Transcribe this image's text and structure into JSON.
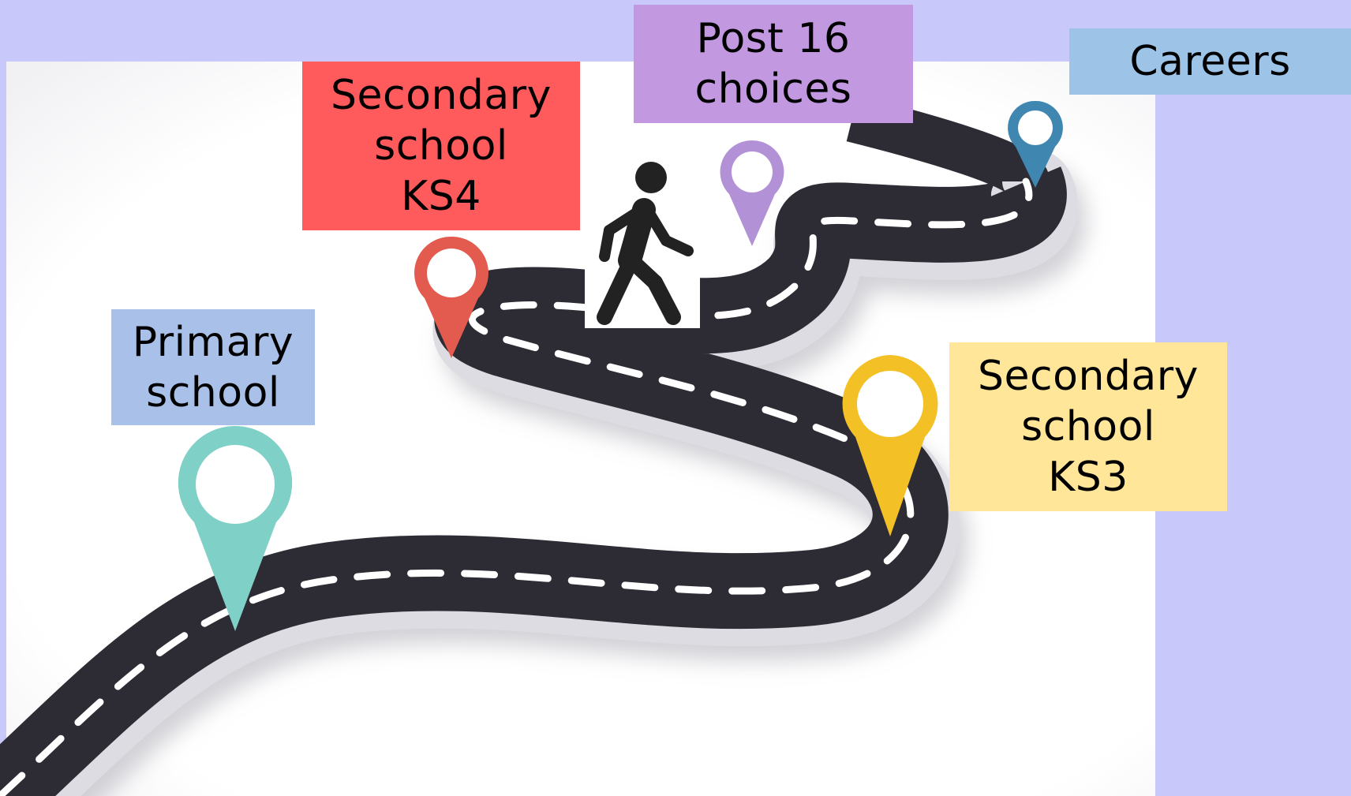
{
  "colors": {
    "background": "#c9c8fb",
    "panel": "#ffffff",
    "road": "#2d2b33",
    "road_edge": "#e9e9ee",
    "road_dash": "#ffffff",
    "primary_pin": "#7fd0c6",
    "ks4_pin": "#e35a4e",
    "post16_pin": "#b391d6",
    "careers_pin": "#3f86b0",
    "ks3_pin": "#f3c026",
    "walker_icon": "#222222"
  },
  "stages": [
    {
      "id": "primary",
      "label": "Primary\nschool",
      "color": "#a9c0e8",
      "pin_icon": "map-pin-icon"
    },
    {
      "id": "ks3",
      "label": "Secondary\nschool\nKS3",
      "color": "#ffe699",
      "pin_icon": "map-pin-icon"
    },
    {
      "id": "ks4",
      "label": "Secondary\nschool\nKS4",
      "color": "#ff5a5c",
      "pin_icon": "map-pin-icon"
    },
    {
      "id": "post16",
      "label": "Post 16\nchoices",
      "color": "#c299e0",
      "pin_icon": "map-pin-icon"
    },
    {
      "id": "careers",
      "label": "Careers",
      "color": "#9dc3e6",
      "pin_icon": "map-pin-icon"
    }
  ],
  "walker": {
    "icon": "walking-person-icon"
  }
}
